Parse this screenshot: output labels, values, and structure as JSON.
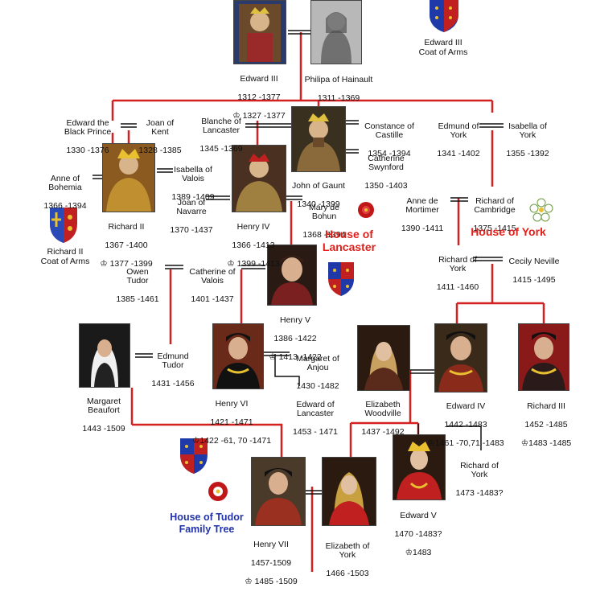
{
  "colors": {
    "line_red": "#d42020",
    "line_black": "#111111",
    "lancaster": "#e0201a",
    "york": "#e0201a",
    "tudor": "#2233aa"
  },
  "people": {
    "edward3": {
      "name": "Edward III",
      "dates": "1312 -1377",
      "reign": "1327 -1377"
    },
    "philipa": {
      "name": "Philipa of Hainault",
      "dates": "1311 -1369"
    },
    "edward3_arms": {
      "name": "Edward III\nCoat of Arms"
    },
    "black_prince": {
      "name": "Edward the\nBlack Prince",
      "dates": "1330 -1376"
    },
    "joan_kent": {
      "name": "Joan of\nKent",
      "dates": "1328 -1385"
    },
    "blanche": {
      "name": "Blanche of\nLancaster",
      "dates": "1345 -1369"
    },
    "constance": {
      "name": "Constance of\nCastille",
      "dates": "1354 -1394"
    },
    "catherine_s": {
      "name": "Catherine\nSwynford",
      "dates": "1350 -1403"
    },
    "john_gaunt": {
      "name": "John of Gaunt",
      "dates": "1340 -1399"
    },
    "edmund_york": {
      "name": "Edmund of\nYork",
      "dates": "1341 -1402"
    },
    "isabella_york": {
      "name": "Isabella of\nYork",
      "dates": "1355 -1392"
    },
    "anne_bohemia": {
      "name": "Anne of\nBohemia",
      "dates": "1366 -1394"
    },
    "isabella_valois": {
      "name": "Isabella of\nValois",
      "dates": "1389 -1409"
    },
    "richard2": {
      "name": "Richard II",
      "dates": "1367 -1400",
      "reign": "1377 -1399"
    },
    "richard2_arms": {
      "name": "Richard II\nCoat of Arms"
    },
    "joan_navarre": {
      "name": "Joan of\nNavarre",
      "dates": "1370 -1437"
    },
    "henry4": {
      "name": "Henry IV",
      "dates": "1366 -1413",
      "reign": "1399 -1413"
    },
    "mary_bohun": {
      "name": "Mary de\nBohun",
      "dates": "1368 -1394"
    },
    "anne_mortimer": {
      "name": "Anne de\nMortimer",
      "dates": "1390 -1411"
    },
    "richard_cambridge": {
      "name": "Richard of\nCambridge",
      "dates": "1375 -1415"
    },
    "owen_tudor": {
      "name": "Owen\nTudor",
      "dates": "1385 -1461"
    },
    "catherine_valois": {
      "name": "Catherine of\nValois",
      "dates": "1401 -1437"
    },
    "henry5": {
      "name": "Henry V",
      "dates": "1386 -1422",
      "reign": "1413 -1422"
    },
    "richard_york": {
      "name": "Richard of\nYork",
      "dates": "1411 -1460"
    },
    "cecily": {
      "name": "Cecily Neville",
      "dates": "1415 -1495"
    },
    "edmund_tudor": {
      "name": "Edmund\nTudor",
      "dates": "1431 -1456"
    },
    "margaret_anjou": {
      "name": "Margaret of\nAnjou",
      "dates": "1430 -1482"
    },
    "margaret_beaufort": {
      "name": "Margaret\nBeaufort",
      "dates": "1443 -1509"
    },
    "henry6": {
      "name": "Henry VI",
      "dates": "1421 -1471",
      "reign": "1422 -61, 70 -1471"
    },
    "edward_lancaster": {
      "name": "Edward of\nLancaster",
      "dates": "1453 - 1471"
    },
    "elizabeth_w": {
      "name": "Elizabeth\nWoodville",
      "dates": "1437 -1492"
    },
    "edward4": {
      "name": "Edward IV",
      "dates": "1442 -1483",
      "reign": "1461 -70,71 -1483"
    },
    "richard3": {
      "name": "Richard III",
      "dates": "1452 -1485",
      "reign": "1483 -1485"
    },
    "richard_york2": {
      "name": "Richard of\nYork",
      "dates": "1473 -1483?"
    },
    "edward5": {
      "name": "Edward V",
      "dates": "1470 -1483?",
      "reign": "1483"
    },
    "henry7": {
      "name": "Henry VII",
      "dates": "1457-1509",
      "reign": "1485 -1509"
    },
    "elizabeth_york": {
      "name": "Elizabeth of\nYork",
      "dates": "1466 -1503"
    }
  },
  "houses": {
    "lancaster": "House of\nLancaster",
    "york": "House of York",
    "tudor": "House of Tudor\nFamily Tree"
  }
}
